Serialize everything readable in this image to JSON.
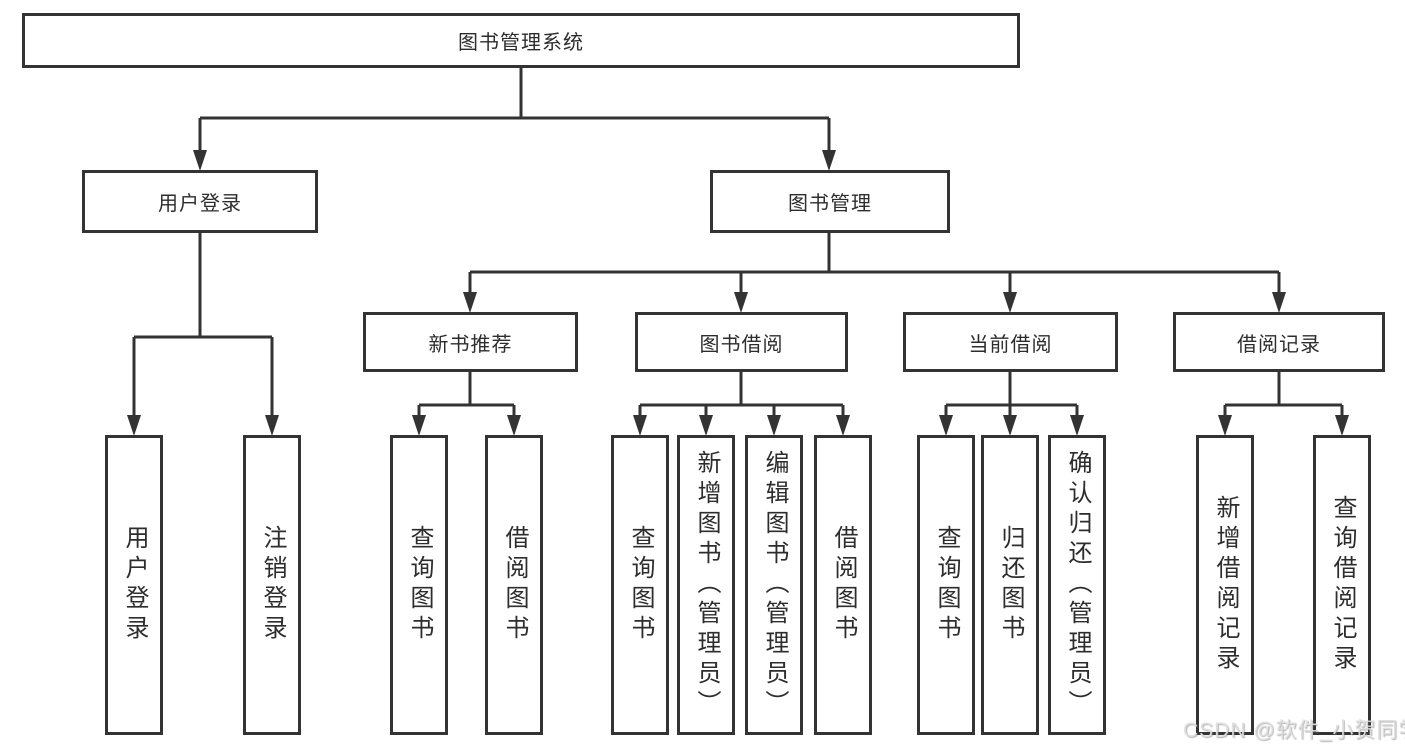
{
  "tree": {
    "root": {
      "label": "图书管理系统"
    },
    "children": [
      {
        "label": "用户登录",
        "leaves": [
          "用户登录",
          "注销登录"
        ]
      },
      {
        "label": "图书管理",
        "groups": [
          {
            "label": "新书推荐",
            "leaves": [
              "查询图书",
              "借阅图书"
            ]
          },
          {
            "label": "图书借阅",
            "leaves": [
              "查询图书",
              "新增图书（管理员）",
              "编辑图书（管理员）",
              "借阅图书"
            ]
          },
          {
            "label": "当前借阅",
            "leaves": [
              "查询图书",
              "归还图书",
              "确认归还（管理员）"
            ]
          },
          {
            "label": "借阅记录",
            "leaves": [
              "新增借阅记录",
              "查询借阅记录"
            ]
          }
        ]
      }
    ]
  },
  "watermark": "CSDN @软件_小贺同学",
  "colors": {
    "line": "#333333",
    "box_border": "#333333",
    "box_fill": "#ffffff",
    "text": "#2d2d2d",
    "watermark": "#dedede",
    "background": "#ffffff"
  }
}
